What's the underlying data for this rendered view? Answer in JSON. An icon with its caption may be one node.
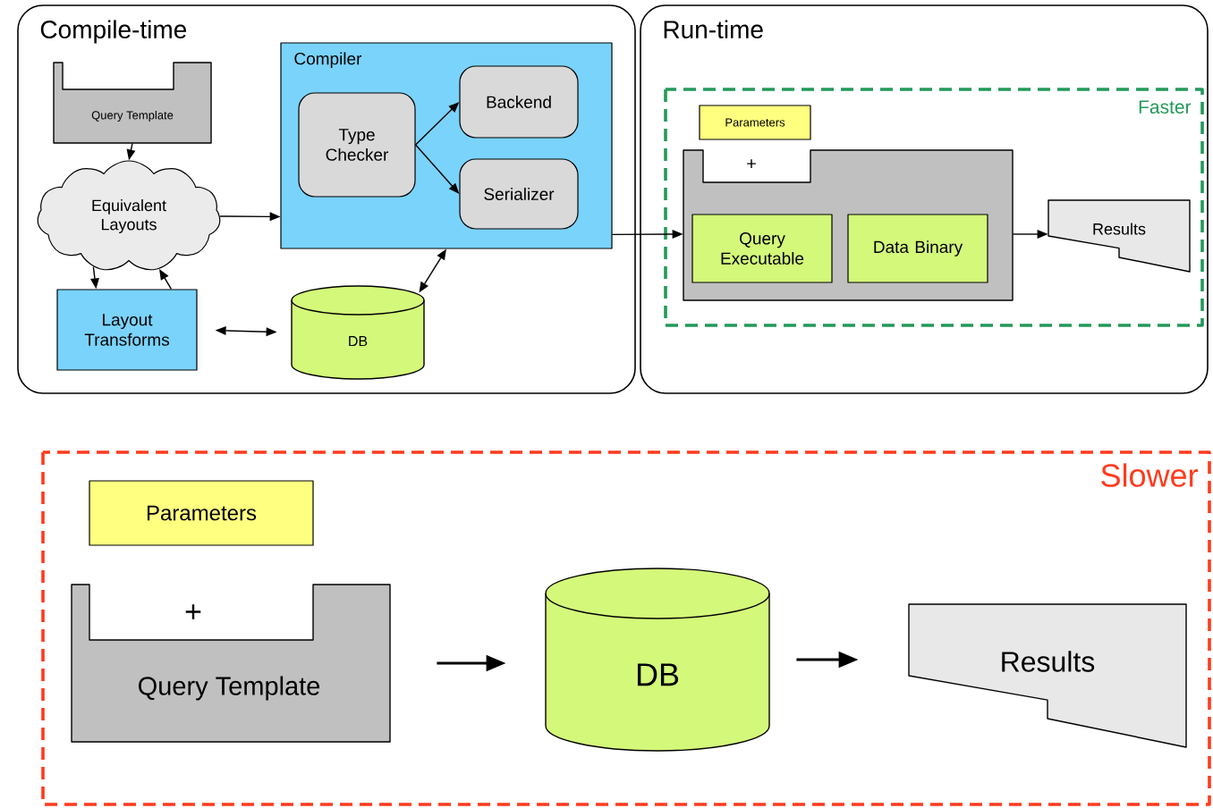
{
  "diagram": {
    "nodes": [
      {
        "text": [
          "Compile-time"
        ]
      },
      {
        "text": [
          "Query Template"
        ],
        "in": 0
      },
      {
        "text": [
          "Equivalent Layouts"
        ],
        "in": 0
      },
      {
        "text": [
          "Compiler"
        ],
        "in": 0
      },
      {
        "text": [
          "Type Checker"
        ],
        "in": 3
      },
      {
        "text": [
          "Backend"
        ],
        "in": 3
      },
      {
        "text": [
          "Serializer"
        ],
        "in": 3
      },
      {
        "text": [
          "Layout Transforms"
        ],
        "in": 0
      },
      {
        "text": [
          "DB"
        ],
        "in": 0
      },
      {
        "text": [
          "Run-time"
        ]
      },
      {
        "text": [
          "Faster"
        ],
        "in": 9
      },
      {
        "text": [
          "Parameters"
        ],
        "in": 10
      },
      {
        "text": [
          "+"
        ],
        "in": 10
      },
      {
        "text": [
          "Query Executable"
        ],
        "in": 12
      },
      {
        "text": [
          "Data Binary"
        ],
        "in": 12
      },
      {
        "text": [
          "Results"
        ],
        "in": 10
      },
      {
        "text": [
          "Slower"
        ]
      },
      {
        "text": [
          "Parameters"
        ],
        "in": 16
      },
      {
        "text": [
          "+",
          "Query Template"
        ],
        "in": 16
      },
      {
        "text": [
          "DB"
        ],
        "in": 16
      },
      {
        "text": [
          "Results"
        ],
        "in": 16
      }
    ],
    "edges": [
      {
        "from": 1,
        "to": 2,
        "arrow": "to"
      },
      {
        "from": 2,
        "to": 3,
        "arrow": "to"
      },
      {
        "from": 2,
        "to": 7,
        "arrow": "to"
      },
      {
        "from": 7,
        "to": 2,
        "arrow": "to"
      },
      {
        "from": 4,
        "to": 5,
        "arrow": "to"
      },
      {
        "from": 4,
        "to": 6,
        "arrow": "to"
      },
      {
        "from": 7,
        "to": 8,
        "arrow": "both"
      },
      {
        "from": 8,
        "to": 3,
        "arrow": "both"
      },
      {
        "from": 3,
        "to": 12,
        "arrow": "to"
      },
      {
        "from": 12,
        "to": 15,
        "arrow": "to"
      },
      {
        "from": 18,
        "to": 19,
        "arrow": "to"
      },
      {
        "from": 19,
        "to": 20,
        "arrow": "to"
      }
    ]
  }
}
